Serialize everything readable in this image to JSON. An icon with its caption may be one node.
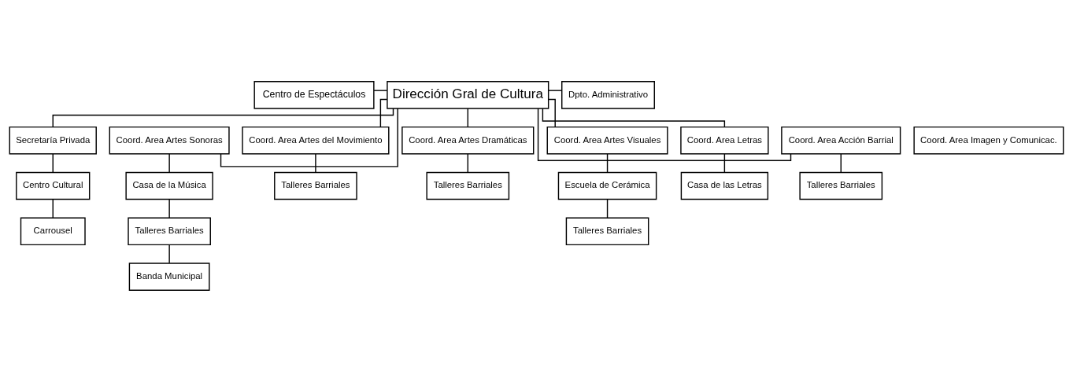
{
  "diagram": {
    "nodes": [
      {
        "text": [
          "Dirección Gral de Cultura"
        ]
      },
      {
        "text": [
          "Dpto. Administrativo"
        ]
      },
      {
        "text": [
          "Centro de Espectáculos"
        ]
      },
      {
        "text": [
          "Secretaría Privada"
        ]
      },
      {
        "text": [
          "Centro Cultural"
        ]
      },
      {
        "text": [
          "Carrousel"
        ]
      },
      {
        "text": [
          "Coord. Area Artes Sonoras"
        ]
      },
      {
        "text": [
          "Casa de la Música"
        ]
      },
      {
        "text": [
          "Talleres Barriales"
        ]
      },
      {
        "text": [
          "Banda Municipal"
        ]
      },
      {
        "text": [
          "Coord. Area Artes del Movimiento"
        ]
      },
      {
        "text": [
          "Talleres Barriales"
        ]
      },
      {
        "text": [
          "Coord. Area Artes Dramáticas"
        ]
      },
      {
        "text": [
          "Talleres Barriales"
        ]
      },
      {
        "text": [
          "Coord. Area Artes Visuales"
        ]
      },
      {
        "text": [
          "Escuela de Cerámica"
        ]
      },
      {
        "text": [
          "Talleres Barriales"
        ]
      },
      {
        "text": [
          "Coord. Area Letras"
        ]
      },
      {
        "text": [
          "Casa de las Letras"
        ]
      },
      {
        "text": [
          "Coord. Area Acción Barrial"
        ]
      },
      {
        "text": [
          "Talleres Barriales"
        ]
      },
      {
        "text": [
          "Coord. Area Imagen y Comunicac."
        ]
      }
    ],
    "edges": [
      {
        "from": 0,
        "to": 1,
        "arrow": "none"
      },
      {
        "from": 2,
        "to": 0,
        "arrow": "none"
      },
      {
        "from": 0,
        "to": 3,
        "arrow": "none"
      },
      {
        "from": 0,
        "to": 6,
        "arrow": "none"
      },
      {
        "from": 0,
        "to": 10,
        "arrow": "none"
      },
      {
        "from": 0,
        "to": 12,
        "arrow": "none"
      },
      {
        "from": 0,
        "to": 14,
        "arrow": "none"
      },
      {
        "from": 0,
        "to": 17,
        "arrow": "none"
      },
      {
        "from": 0,
        "to": 19,
        "arrow": "none"
      },
      {
        "from": 3,
        "to": 4,
        "arrow": "none"
      },
      {
        "from": 4,
        "to": 5,
        "arrow": "none"
      },
      {
        "from": 6,
        "to": 7,
        "arrow": "none"
      },
      {
        "from": 7,
        "to": 8,
        "arrow": "none"
      },
      {
        "from": 8,
        "to": 9,
        "arrow": "none"
      },
      {
        "from": 10,
        "to": 11,
        "arrow": "none"
      },
      {
        "from": 12,
        "to": 13,
        "arrow": "none"
      },
      {
        "from": 14,
        "to": 15,
        "arrow": "none"
      },
      {
        "from": 15,
        "to": 16,
        "arrow": "none"
      },
      {
        "from": 17,
        "to": 18,
        "arrow": "none"
      },
      {
        "from": 19,
        "to": 20,
        "arrow": "none"
      }
    ]
  }
}
